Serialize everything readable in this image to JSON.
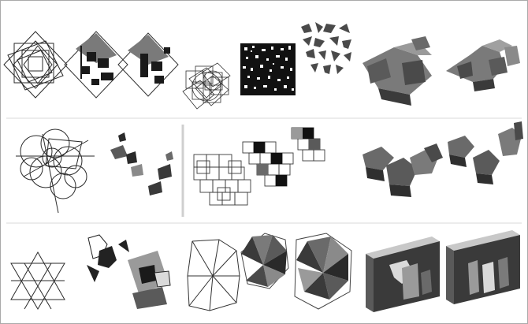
{
  "colors": {
    "ink": "#1a1a1a",
    "dark": "#3a3a3a",
    "mid": "#6e6e6e",
    "light": "#9a9a9a",
    "pale": "#c8c8c8",
    "rule": "#cfcfcf",
    "border": "#a9a9a9"
  },
  "panels": [
    "nested-rotated-squares",
    "rotated-square-with-blocks-a",
    "rotated-square-with-blocks-b",
    "overlapping-outlined-shapes",
    "black-noise-square",
    "scattered-fragments",
    "3d-block-cluster-a",
    "3d-block-cluster-b",
    "circles-and-lines",
    "scattered-dark-blocks",
    "square-grid-cluster",
    "grid-with-dark-cells",
    "3d-chain-blocks-a",
    "3d-chain-blocks-b",
    "triangle-star-outline",
    "arrow-and-triangle-compositions",
    "radiating-triangles-outline",
    "radiating-shaded-triangles-a",
    "radiating-shaded-triangles-b",
    "3d-wall-with-cutouts-a",
    "3d-wall-with-cutouts-b"
  ]
}
